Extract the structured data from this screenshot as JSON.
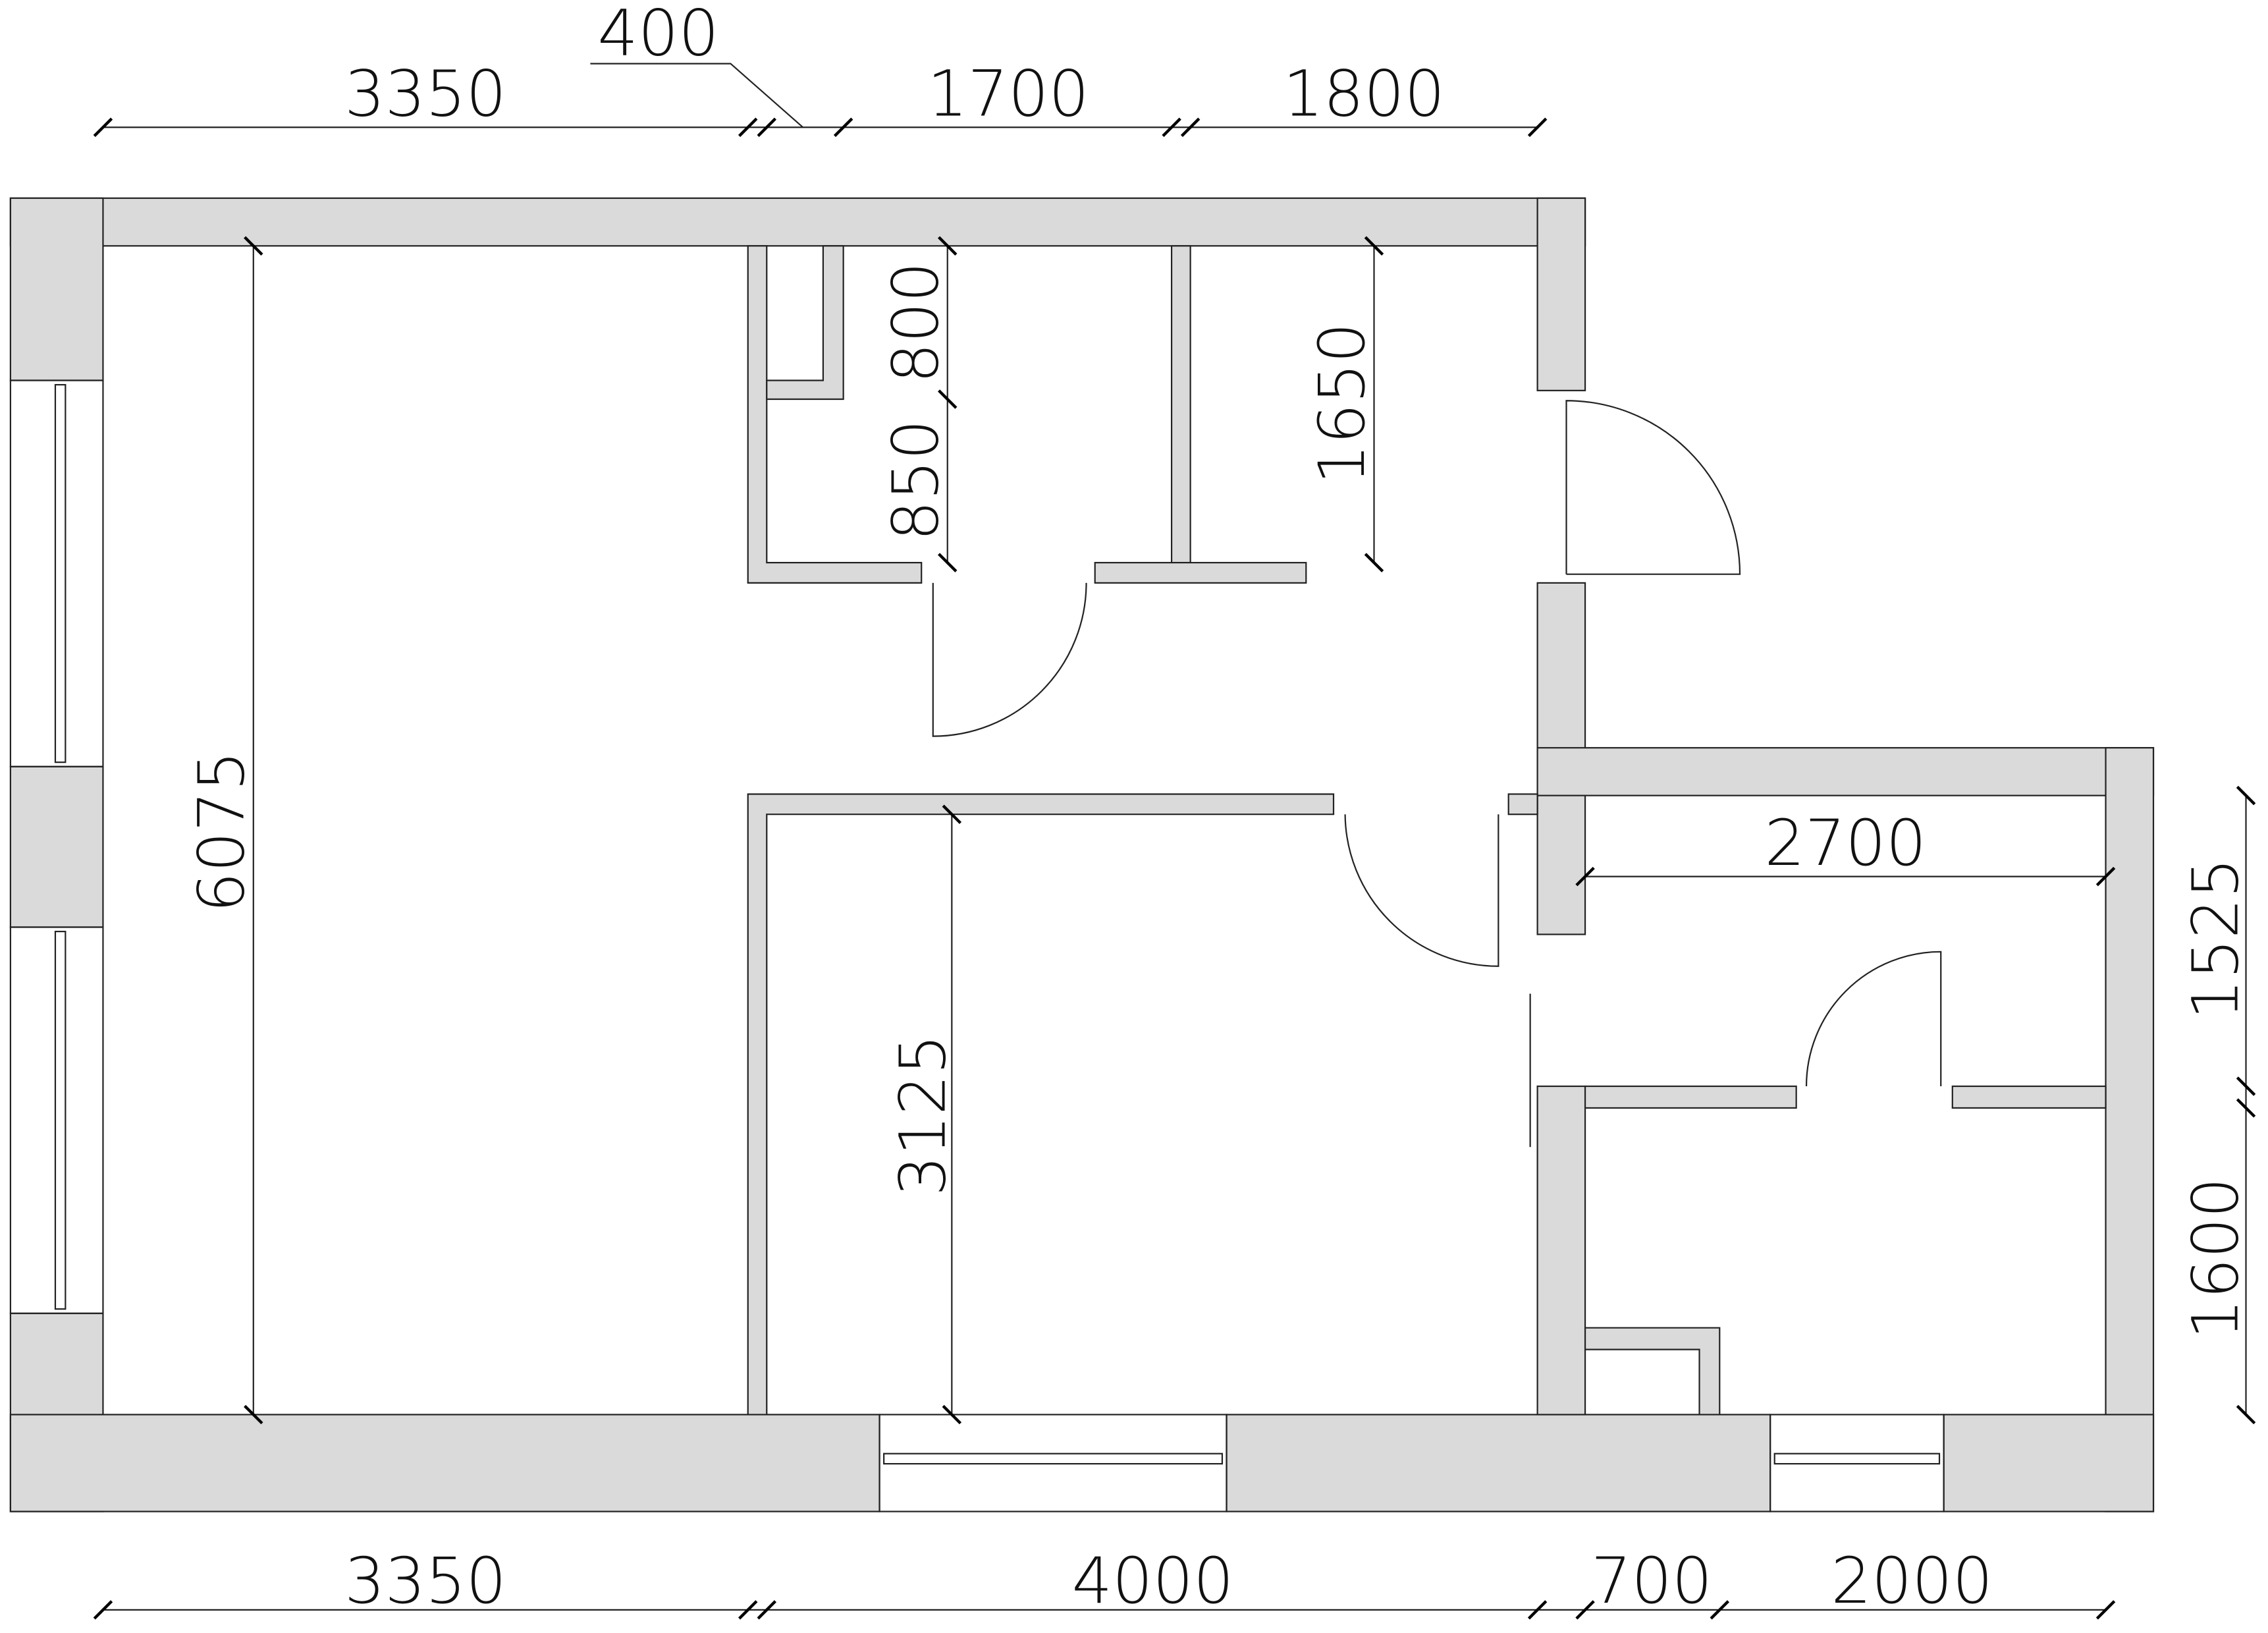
{
  "plan": {
    "top_dims": [
      "3350",
      "400",
      "1700",
      "1800"
    ],
    "bottom_dims": [
      "3350",
      "4000",
      "700",
      "2000"
    ],
    "left_height": "6075",
    "storage_dims": [
      "800",
      "850"
    ],
    "hall_depth": "1650",
    "room_depth": "3125",
    "bath_width": "2700",
    "right_dims": [
      "1525",
      "1600"
    ],
    "colors": {
      "wall": "#dadada",
      "line": "#222222"
    }
  }
}
